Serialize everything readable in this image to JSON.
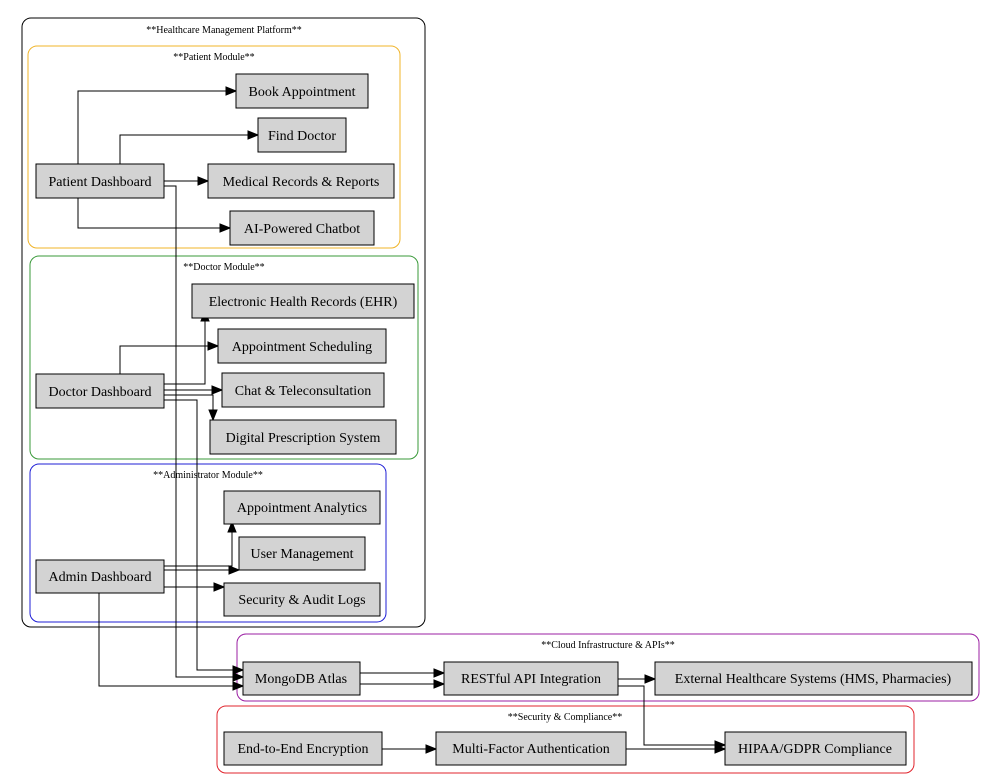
{
  "clusters": {
    "platform": {
      "label": "**Healthcare Management Platform**",
      "color": "#000000"
    },
    "patient": {
      "label": "**Patient Module**",
      "color": "#f0b429"
    },
    "doctor": {
      "label": "**Doctor Module**",
      "color": "#3a9a3a"
    },
    "admin": {
      "label": "**Administrator Module**",
      "color": "#1f1fd6"
    },
    "cloud": {
      "label": "**Cloud Infrastructure & APIs**",
      "color": "#9b1fa3"
    },
    "security": {
      "label": "**Security & Compliance**",
      "color": "#e0242d"
    }
  },
  "nodes": {
    "patient_dashboard": "Patient Dashboard",
    "book_appointment": "Book Appointment",
    "find_doctor": "Find Doctor",
    "medical_records": "Medical Records & Reports",
    "ai_chatbot": "AI-Powered Chatbot",
    "doctor_dashboard": "Doctor Dashboard",
    "ehr": "Electronic Health Records (EHR)",
    "appointment_scheduling": "Appointment Scheduling",
    "chat_teleconsultation": "Chat & Teleconsultation",
    "digital_prescription": "Digital Prescription System",
    "admin_dashboard": "Admin Dashboard",
    "appointment_analytics": "Appointment Analytics",
    "user_management": "User Management",
    "security_audit_logs": "Security & Audit Logs",
    "mongodb_atlas": "MongoDB Atlas",
    "restful_api": "RESTful API Integration",
    "external_systems": "External Healthcare Systems (HMS, Pharmacies)",
    "e2e_encryption": "End-to-End Encryption",
    "mfa": "Multi-Factor Authentication",
    "hipaa_gdpr": "HIPAA/GDPR Compliance"
  },
  "colors": {
    "node_fill": "#d3d3d3",
    "edge": "#000000"
  }
}
